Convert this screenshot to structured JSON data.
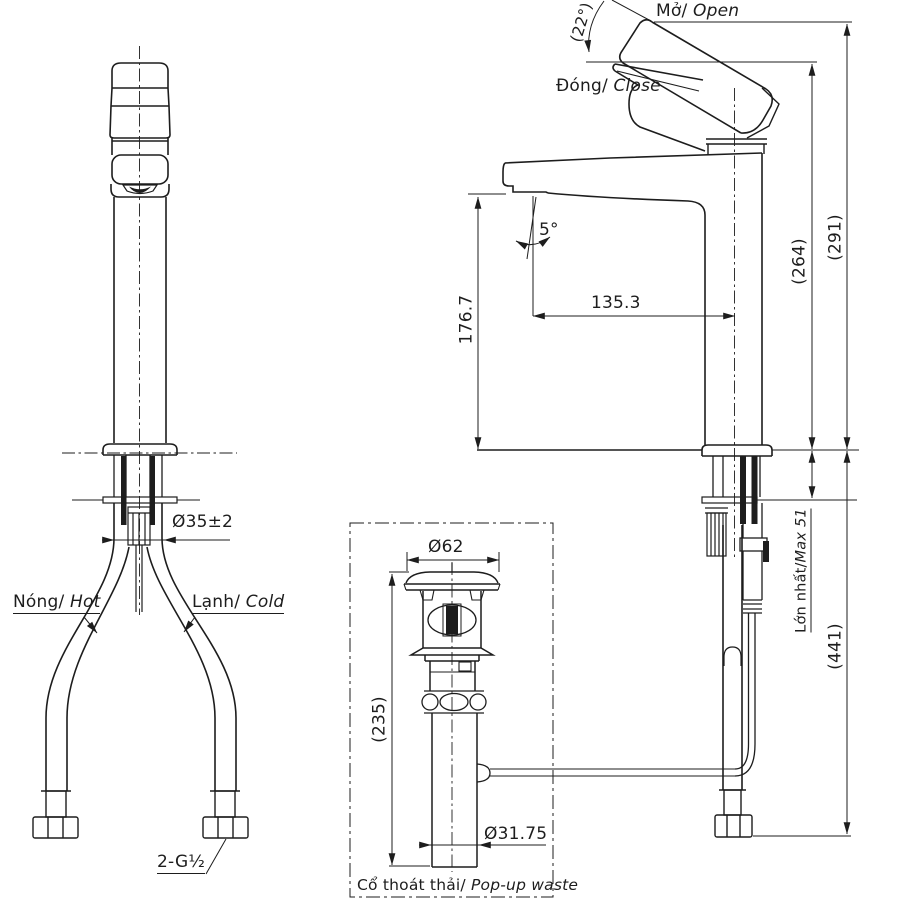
{
  "side_view": {
    "open_label": {
      "vi": "Mở/",
      "en": " Open"
    },
    "close_label": {
      "vi": "Đóng/",
      "en": " Close"
    },
    "open_angle": "(22°)",
    "spout_angle": "5°",
    "spout_reach": "135.3",
    "spout_height": "176.7",
    "height_closed": "(264)",
    "height_open": "(291)",
    "total_height": "(441)",
    "max_deck_thickness": {
      "vi": "Lớn nhất/",
      "en": "Max 51"
    }
  },
  "front_view": {
    "shank_diameter": "Ø35±2",
    "hot_label": {
      "vi": "Nóng/",
      "en": " Hot"
    },
    "cold_label": {
      "vi": "Lạnh/",
      "en": " Cold"
    },
    "thread_label": "2-G½"
  },
  "popup_detail": {
    "top_diameter": "Ø62",
    "height": "(235)",
    "pipe_diameter": "Ø31.75",
    "caption": {
      "vi": "Cổ thoát thải/",
      "en": " Pop-up waste"
    }
  },
  "colors": {
    "line": "#1d1d1d",
    "background": "#ffffff"
  }
}
